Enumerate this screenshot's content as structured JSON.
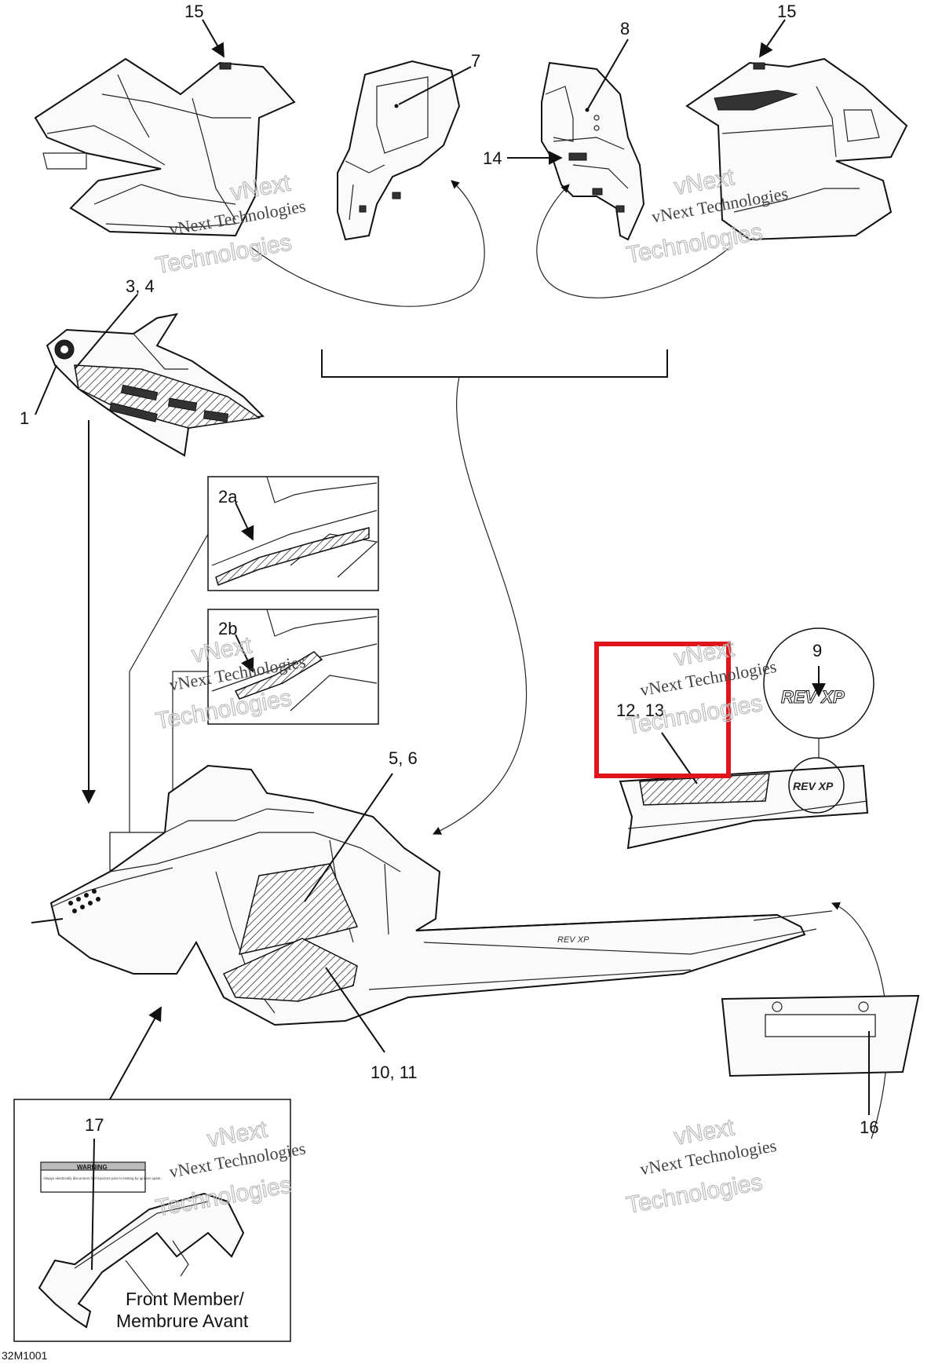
{
  "callouts": {
    "c15_left": "15",
    "c15_right": "15",
    "c7": "7",
    "c8": "8",
    "c14": "14",
    "c3_4": "3, 4",
    "c1": "1",
    "c2a": "2a",
    "c2b": "2b",
    "c5_6": "5, 6",
    "c9": "9",
    "c12_13": "12, 13",
    "c10_11": "10, 11",
    "c16": "16",
    "c17": "17"
  },
  "inset": {
    "line1": "Front Member/",
    "line2": "Membrure Avant"
  },
  "watermark": {
    "line1": "vNext",
    "line2": "vNext Technologies",
    "line3": "Technologies"
  },
  "decal_text": {
    "rev_xp": "REV XP",
    "warning": "WARNING",
    "fine_print": "Always electrically disconnect fuel injectors prior to testing by ignition spark."
  },
  "footer": {
    "code": "32M1001"
  },
  "highlight": {
    "color": "#e0141b"
  }
}
